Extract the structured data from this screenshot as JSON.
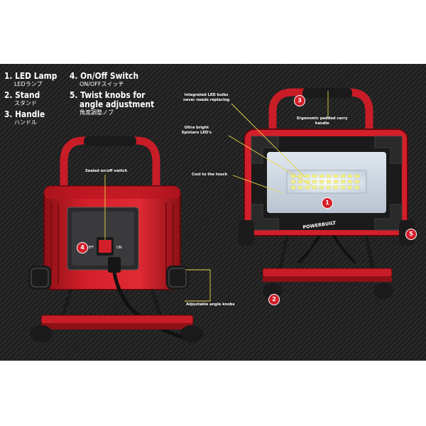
{
  "legend": {
    "items": [
      {
        "num": "1.",
        "label": "LED Lamp",
        "jp": "LEDランプ"
      },
      {
        "num": "2.",
        "label": "Stand",
        "jp": "スタンド"
      },
      {
        "num": "3.",
        "label": "Handle",
        "jp": "ハンドル"
      },
      {
        "num": "4.",
        "label": "On/Off Switch",
        "jp": "ON/OFFスイッチ"
      },
      {
        "num": "5.",
        "label": "Twist knobs for",
        "label2": "angle adjustment",
        "jp": "角度調整ノブ"
      }
    ]
  },
  "callouts": {
    "sealed_switch": "Sealed on/off switch",
    "adjustable_knobs": "Adjustable angle knobs",
    "integrated_bulbs_1": "Integrated LED bulbs",
    "integrated_bulbs_2": "never needs replacing",
    "ultra_bright_1": "Ultra bright",
    "ultra_bright_2": "Epistaro LED's",
    "cool_touch": "Cool to the touch",
    "ergonomic_1": "Ergonomic padded carry",
    "ergonomic_2": "handle"
  },
  "switch": {
    "off": "OFF",
    "on": "ON"
  },
  "brand": "POWERBUILT",
  "badges": {
    "b1": "1",
    "b2": "2",
    "b3": "3",
    "b4": "4",
    "b5": "5"
  },
  "colors": {
    "red": "#d31f2a",
    "black": "#111111",
    "leader": "#e8d64a"
  }
}
